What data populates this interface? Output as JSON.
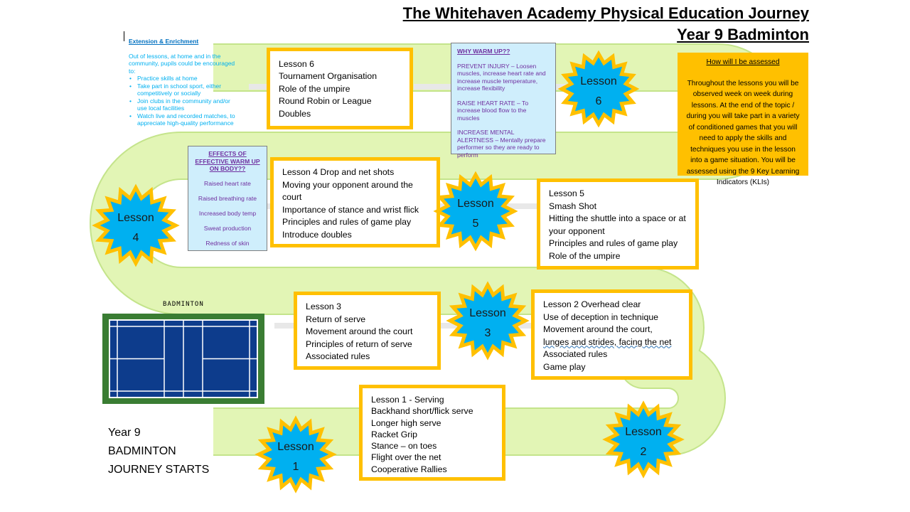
{
  "title": {
    "line1": "The Whitehaven Academy Physical Education Journey",
    "line2": "Year 9 Badminton"
  },
  "colors": {
    "path": "#e2f5b5",
    "path_edge": "#c4e48b",
    "road_line": "#e8e8e8",
    "box_border": "#ffc000",
    "star_fill": "#00b0f0",
    "star_edge": "#ffc000",
    "info_box_bg": "#cfeefc",
    "info_text": "#7030a0",
    "extension_text": "#00b0f0",
    "assess_bg": "#ffc000",
    "court_outer": "#3a7d33",
    "court_inner": "#0d3c8c"
  },
  "extension": {
    "heading": "Extension & Enrichment",
    "intro": "Out of lessons, at home and in the community, pupils could be encouraged to:",
    "items": [
      "Practice skills at home",
      "Take part in school sport, either competitively or socially",
      "Join clubs in the community and/or use local facilities",
      "Watch live and recorded matches, to appreciate high-quality performance"
    ]
  },
  "warmup": {
    "heading": "WHY WARM UP??",
    "paragraphs": [
      "PREVENT INJURY – Loosen muscles, increase heart rate and increase muscle temperature, increase flexibility",
      "RAISE HEART RATE – To increase blood flow to the muscles",
      "INCREASE MENTAL ALERTNESS – Mentally prepare performer so they are ready to perform"
    ]
  },
  "effects": {
    "heading": "EFFECTS OF EFFECTIVE WARM UP ON BODY??",
    "items": [
      "Raised heart rate",
      "Raised breathing rate",
      "Increased body temp",
      "Sweat production",
      "Redness of skin"
    ]
  },
  "assessment": {
    "heading": "How will I be assessed",
    "body": "Throughout the lessons you will be observed week on week during lessons. At the end of the topic / during you will take part in a variety of conditioned games that you will need to apply the skills and techniques you use in the lesson into a game situation. You will be assessed using the 9 Key Learning Indicators (KLIs)"
  },
  "lessons": {
    "l6": [
      "Lesson 6",
      "Tournament Organisation",
      "Role of the umpire",
      "Round Robin or League",
      "Doubles"
    ],
    "l4": [
      "Lesson 4 Drop and net shots",
      "Moving your opponent around the",
      "court",
      "Importance of stance and wrist flick",
      "Principles and rules of game play",
      "Introduce doubles"
    ],
    "l5": [
      "Lesson 5",
      "Smash Shot",
      "Hitting the shuttle into a space or at",
      "your opponent",
      "Principles and rules of game play",
      "Role of the umpire"
    ],
    "l3": [
      "Lesson 3",
      "Return of serve",
      "Movement around the court",
      "Principles of return of serve",
      "Associated rules"
    ],
    "l2": [
      "Lesson 2 Overhead clear",
      "Use of deception in technique",
      "Movement around the court,",
      "lunges and strides, facing the net",
      "Associated rules",
      "Game play"
    ],
    "l1": [
      "Lesson 1  - Serving",
      "Backhand short/flick serve",
      "Longer high serve",
      "Racket Grip",
      "Stance – on toes",
      "Flight over the net",
      "Cooperative Rallies"
    ]
  },
  "stars": {
    "s1": {
      "word": "Lesson",
      "num": "1"
    },
    "s2": {
      "word": "Lesson",
      "num": "2"
    },
    "s3": {
      "word": "Lesson",
      "num": "3"
    },
    "s4": {
      "word": "Lesson",
      "num": "4"
    },
    "s5": {
      "word": "Lesson",
      "num": "5"
    },
    "s6": {
      "word": "Lesson",
      "num": "6"
    }
  },
  "court_label": "BADMINTON",
  "start": [
    "Year 9",
    "BADMINTON",
    "JOURNEY STARTS"
  ]
}
